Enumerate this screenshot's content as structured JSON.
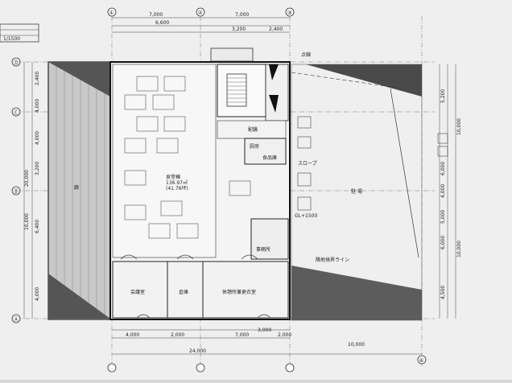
{
  "scale_note": "1/1500",
  "dimensions": {
    "top": [
      "7,000",
      "7,000"
    ],
    "top_sub": [
      "6,600",
      "3,200",
      "2,400"
    ],
    "bottom": [
      "4,000",
      "2,000",
      "7,000",
      "3,000",
      "2,000"
    ],
    "bottom_total_left": "24,000",
    "bottom_total_right": "10,000",
    "left_side": [
      "2,400",
      "4,000",
      "4,000",
      "3,200",
      "6,400",
      "4,000"
    ],
    "left_totals": [
      "20,000",
      "10,000"
    ],
    "right_side": [
      "5,200",
      "6,000",
      "4,000",
      "5,000",
      "6,000",
      "4,500"
    ],
    "right_totals": [
      "10,000",
      "10,000"
    ]
  },
  "column_axes": [
    "①",
    "②",
    "③",
    "④"
  ],
  "row_axes": [
    "Ⓓ",
    "Ⓒ",
    "Ⓑ",
    "Ⓐ"
  ],
  "rooms": {
    "dining_title": "食堂棟",
    "dining_area": "136.97㎡",
    "dining_tsubo": "(41.76坪)",
    "corridor": "廊",
    "parking": "駐 場",
    "service": "配膳",
    "office": "事務所",
    "kitchen_a": "厨房",
    "kitchen_b": "食品庫",
    "meeting": "会議室",
    "storage": "倉庫",
    "lobby": "休憩所兼更衣室",
    "boundary": "隣地境界ライン",
    "height_note": "GL+1500",
    "ramp": "スロープ",
    "dashed_label": "点線"
  }
}
